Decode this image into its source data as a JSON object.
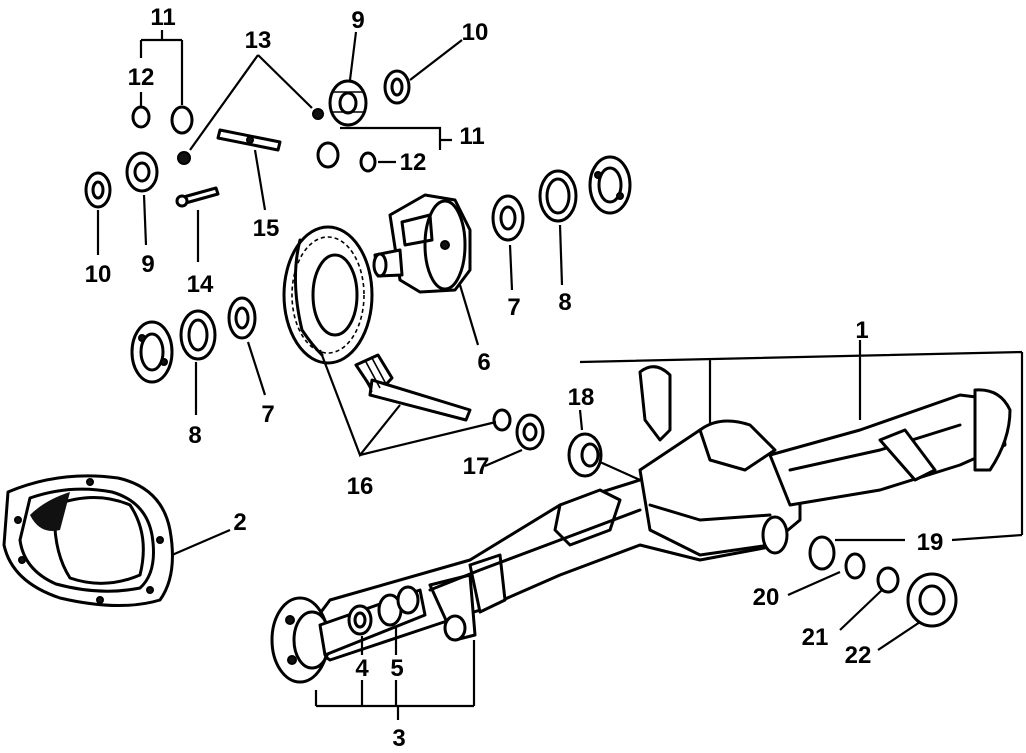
{
  "diagram": {
    "labels": {
      "n1": "1",
      "n2": "2",
      "n3": "3",
      "n4": "4",
      "n5": "5",
      "n6": "6",
      "n7a": "7",
      "n7b": "7",
      "n8a": "8",
      "n8b": "8",
      "n9a": "9",
      "n9b": "9",
      "n10a": "10",
      "n10b": "10",
      "n11a": "11",
      "n11b": "11",
      "n12a": "12",
      "n12b": "12",
      "n13": "13",
      "n14": "14",
      "n15": "15",
      "n16": "16",
      "n17": "17",
      "n18": "18",
      "n19": "19",
      "n20": "20",
      "n21": "21",
      "n22": "22"
    }
  }
}
